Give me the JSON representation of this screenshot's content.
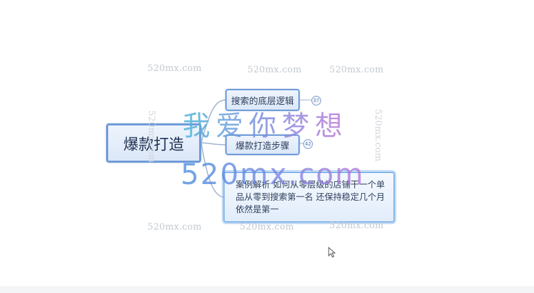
{
  "mindmap": {
    "root": "爆款打造",
    "branches": [
      {
        "label": "搜索的底层逻辑",
        "badge": "37"
      },
      {
        "label": "爆款打造步骤",
        "badge": "42"
      },
      {
        "label": "案例解析 如何从零层级的店铺干一个单品从零到搜索第一名 还保持稳定几个月依然是第一"
      }
    ]
  },
  "watermark": {
    "site": "520mx.com",
    "slogan": "我爱你梦想"
  },
  "colors": {
    "node_border": "#6f9bd8",
    "node_fill": "#dbe7f8",
    "link": "#9fb3cf"
  }
}
